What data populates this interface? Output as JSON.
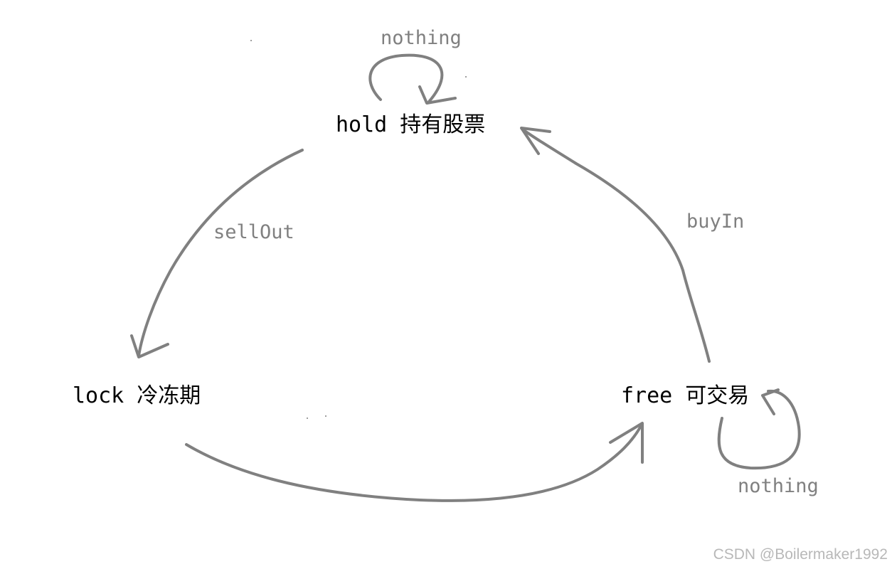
{
  "colors": {
    "state_text": "#000000",
    "edge": "#808080",
    "watermark": "#b8b8b8",
    "background": "#ffffff"
  },
  "states": {
    "hold": "hold 持有股票",
    "lock": "lock 冷冻期",
    "free": "free 可交易"
  },
  "transitions": {
    "hold_self": "nothing",
    "hold_to_lock": "sellOut",
    "free_to_hold": "buyIn",
    "free_self": "nothing",
    "lock_to_free": ""
  },
  "watermark": "CSDN @Boilermaker1992"
}
